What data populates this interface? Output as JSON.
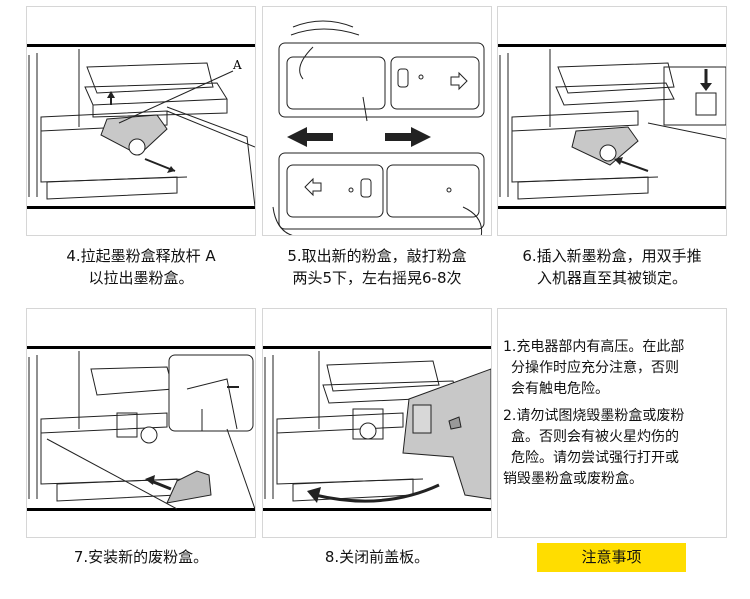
{
  "steps": [
    {
      "number": "4",
      "caption_lines": [
        "4.拉起墨粉盒释放杆 A",
        "以拉出墨粉盒。"
      ],
      "illustration": "pull-out-toner-cartridge",
      "callout_label": "A"
    },
    {
      "number": "5",
      "caption_lines": [
        "5.取出新的粉盒，敲打粉盒",
        "两头5下，左右摇晃6-8次"
      ],
      "illustration": "shake-new-toner-cartridge"
    },
    {
      "number": "6",
      "caption_lines": [
        "6.插入新墨粉盒，用双手推",
        "入机器直至其被锁定。"
      ],
      "illustration": "insert-new-toner-cartridge"
    },
    {
      "number": "7",
      "caption_lines": [
        "7.安装新的废粉盒。"
      ],
      "illustration": "install-waste-toner-box"
    },
    {
      "number": "8",
      "caption_lines": [
        "8.关闭前盖板。"
      ],
      "illustration": "close-front-cover"
    }
  ],
  "notice": {
    "title": "注意事项",
    "items": [
      {
        "lines": [
          "1.充电器部内有高压。在此部",
          "分操作时应充分注意，否则",
          "会有触电危险。"
        ]
      },
      {
        "lines": [
          "2.请勿试图烧毁墨粉盒或废粉",
          "盒。否则会有被火星灼伤的",
          "危险。请勿尝试强行打开或",
          "销毁墨粉盒或废粉盒。"
        ]
      }
    ]
  },
  "colors": {
    "accent": "#ffdd00",
    "panel_border": "#d6d6d6",
    "ink": "#111111",
    "part_fill": "#c8c8c8"
  }
}
